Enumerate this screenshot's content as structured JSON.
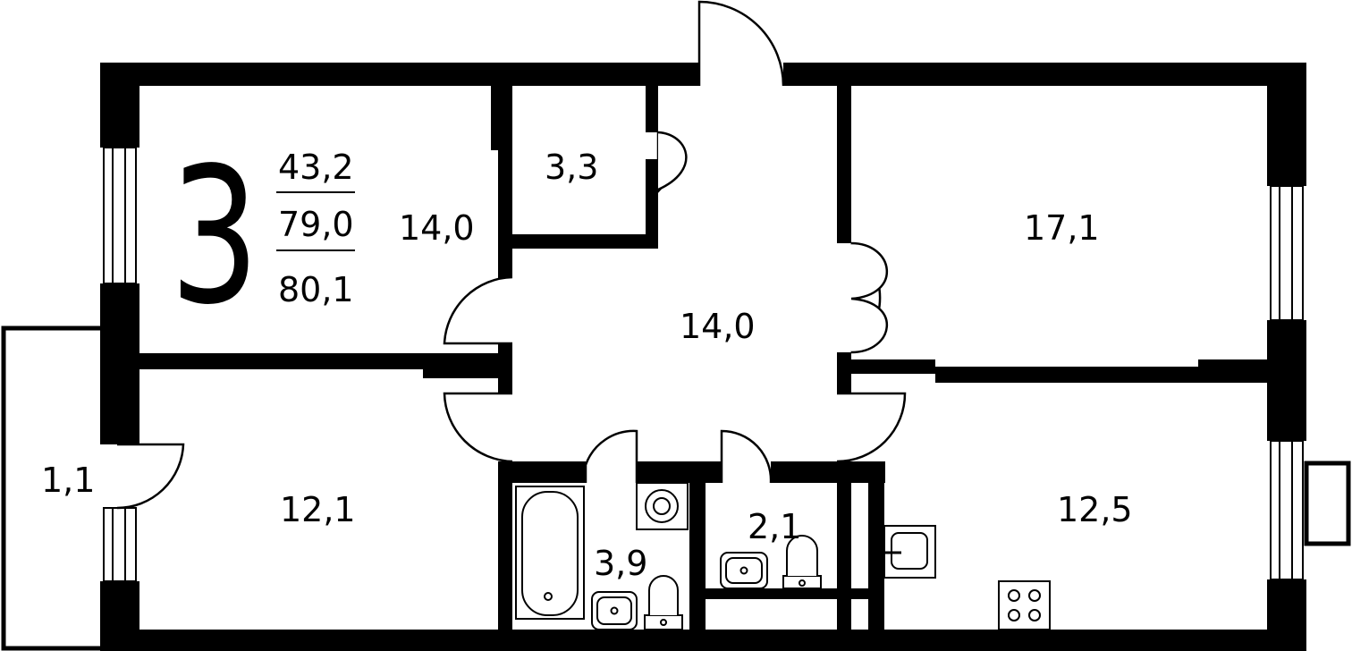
{
  "plan": {
    "room_count": "3",
    "areas": {
      "living": "43,2",
      "total": "79,0",
      "total_with_balcony": "80,1"
    },
    "rooms": {
      "bedroom_top_left": "14,0",
      "storage": "3,3",
      "hall": "14,0",
      "bedroom_right": "17,1",
      "bedroom_bottom_left": "12,1",
      "balcony": "1,1",
      "bathroom": "3,9",
      "toilet": "2,1",
      "kitchen": "12,5"
    },
    "wall_color": "#000000",
    "background_color": "#ffffff"
  }
}
